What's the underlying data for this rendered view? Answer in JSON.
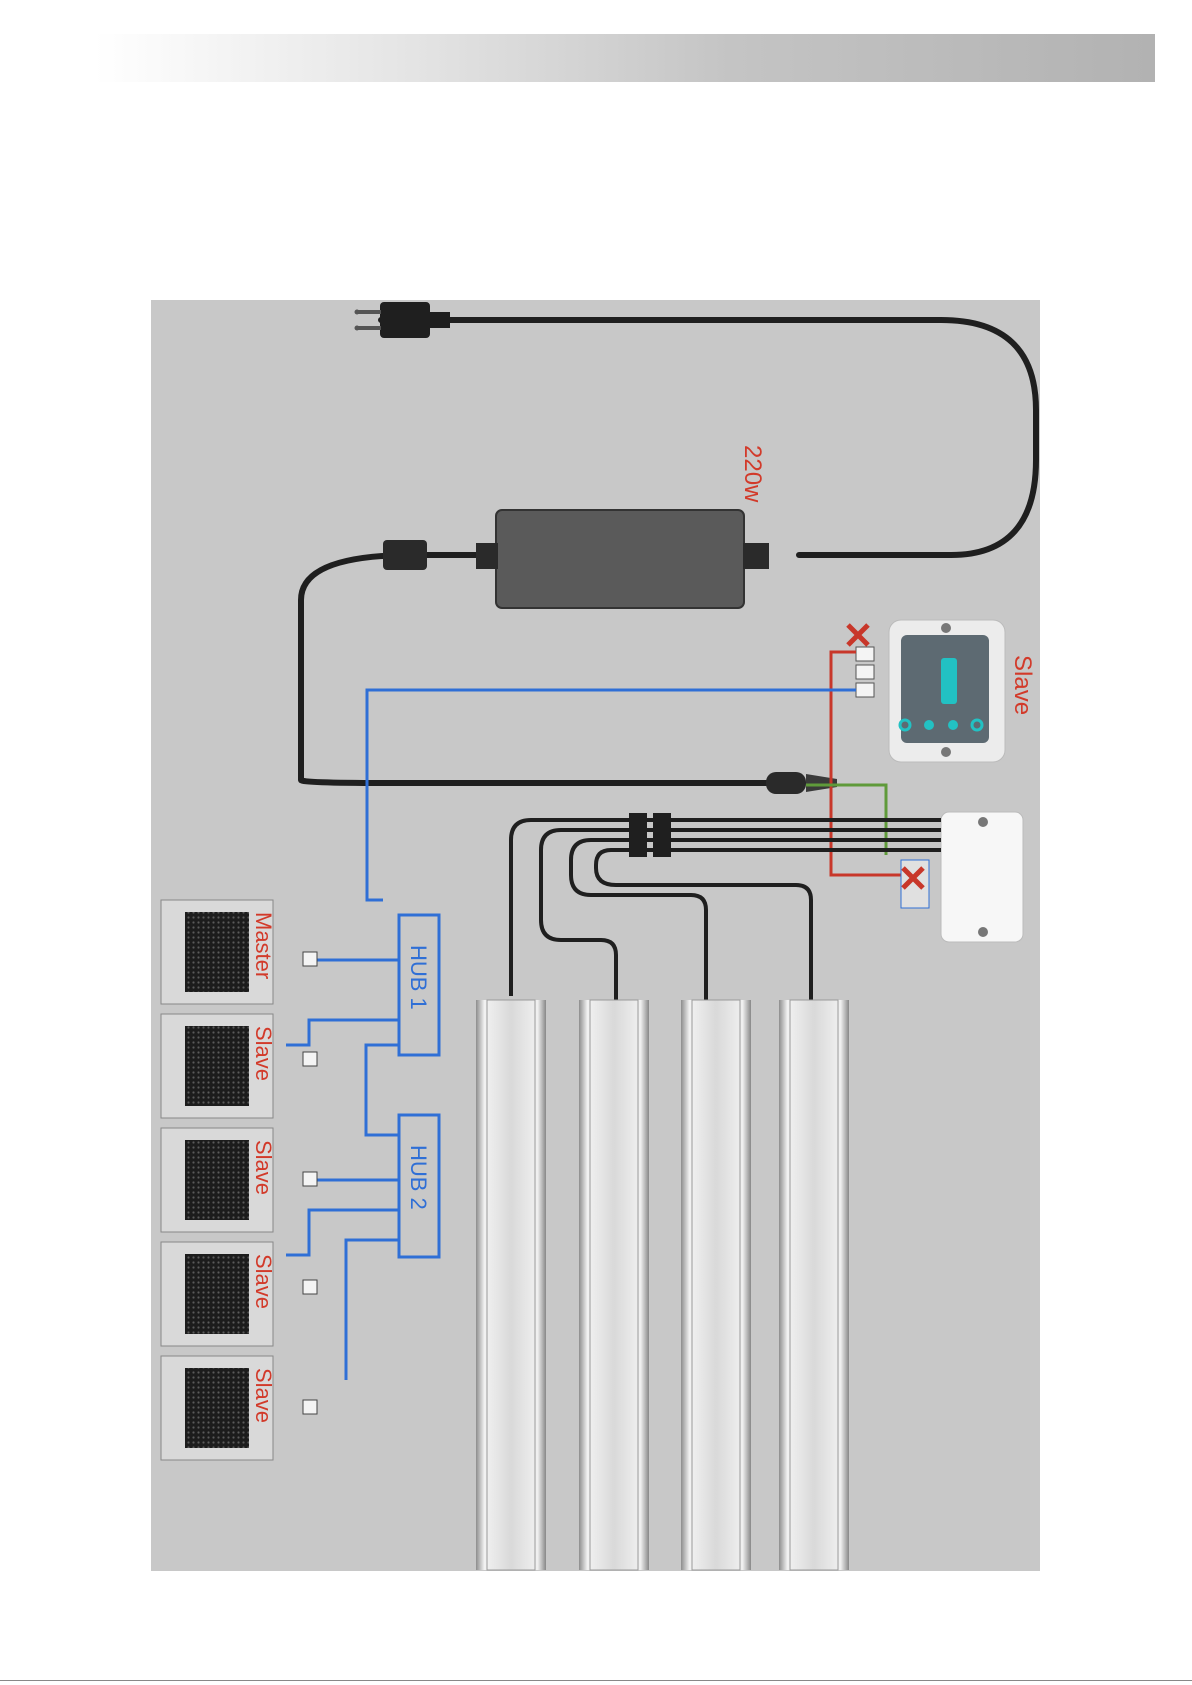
{
  "page": {
    "header_bar": "grey gradient header"
  },
  "diagram": {
    "power_label": "220w",
    "hubs": [
      "HUB 1",
      "HUB 2"
    ],
    "controllers": [
      "Master",
      "Slave",
      "Slave",
      "Slave",
      "Slave"
    ],
    "slave_controller_label": "Slave"
  },
  "colors": {
    "label_red": "#d23a2a",
    "hub_blue": "#2f6fd6",
    "cable_black": "#1f1f1f",
    "red_wire": "#c8372a",
    "green_wire": "#5f9a3a",
    "panel_bg": "#c8c8c8",
    "accent_cyan": "#22c1c3"
  }
}
